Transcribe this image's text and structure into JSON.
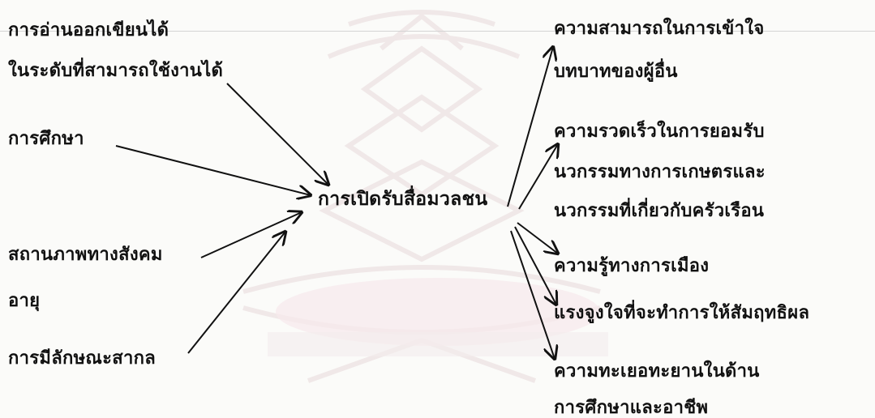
{
  "diagram": {
    "center": "การเปิดรับสื่อมวลชน",
    "inputs": [
      {
        "id": "literacy",
        "lines": [
          "การอ่านออกเขียนได้",
          "ในระดับที่สามารถใช้งานได้"
        ]
      },
      {
        "id": "education",
        "lines": [
          "การศึกษา"
        ]
      },
      {
        "id": "social-status",
        "lines": [
          "สถานภาพทางสังคม"
        ]
      },
      {
        "id": "age",
        "lines": [
          "อายุ"
        ]
      },
      {
        "id": "cosmopolitan",
        "lines": [
          "การมีลักษณะสากล"
        ]
      }
    ],
    "outputs": [
      {
        "id": "empathy",
        "lines": [
          "ความสามารถในการเข้าใจ",
          "บทบาทของผู้อื่น"
        ]
      },
      {
        "id": "innovation-adoption",
        "lines": [
          "ความรวดเร็วในการยอมรับ",
          "นวกรรมทางการเกษตรและ",
          "นวกรรมที่เกี่ยวกับครัวเรือน"
        ]
      },
      {
        "id": "political-knowledge",
        "lines": [
          "ความรู้ทางการเมือง"
        ]
      },
      {
        "id": "achievement-motivation",
        "lines": [
          "แรงจูงใจที่จะทำการให้สัมฤทธิผล"
        ]
      },
      {
        "id": "aspiration",
        "lines": [
          "ความทะเยอทะยานในด้าน",
          "การศึกษาและอาชีพ"
        ]
      }
    ]
  }
}
